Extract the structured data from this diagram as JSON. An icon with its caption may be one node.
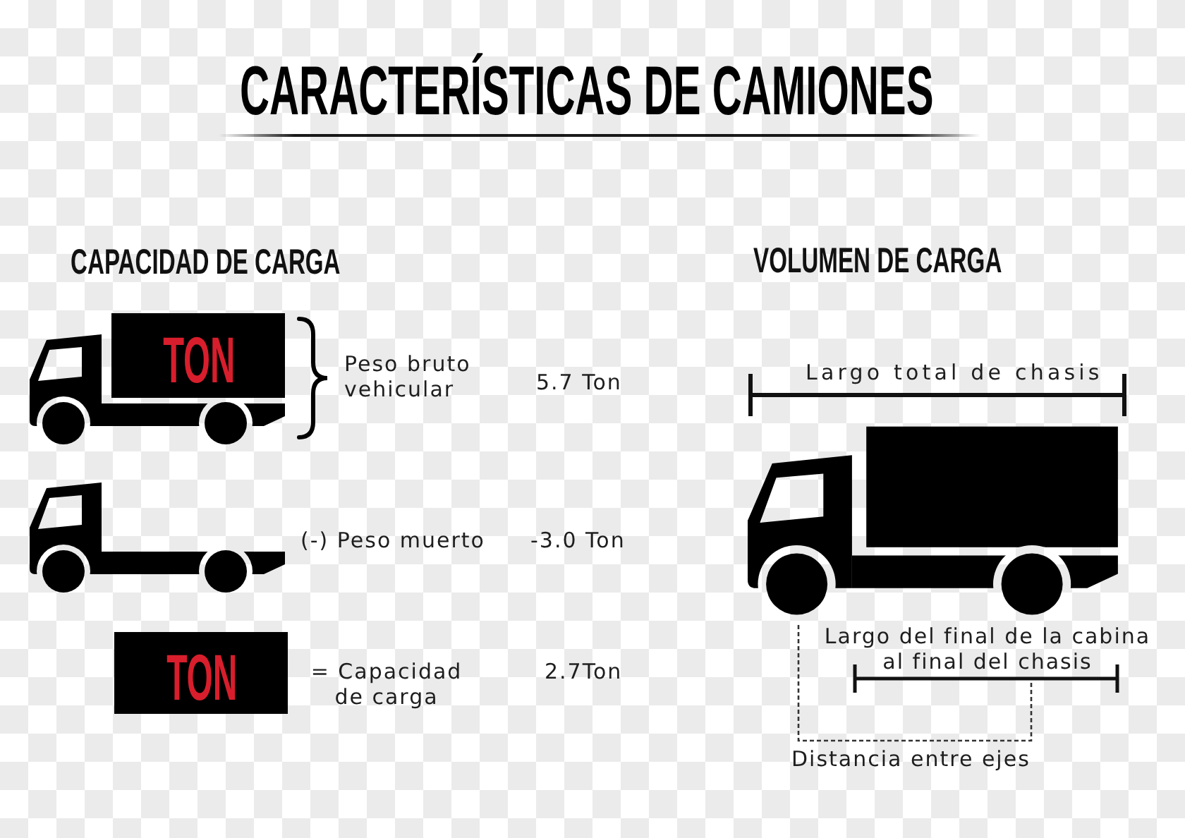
{
  "diagram": {
    "title": "CARACTERÍSTICAS DE CAMIONES",
    "nodes": [
      {
        "text": [
          "TON"
        ]
      },
      {
        "text": [
          "TON"
        ]
      }
    ],
    "labels": [
      "CAPACIDAD DE CARGA",
      "VOLUMEN DE CARGA",
      "Peso bruto vehicular",
      "5.7 Ton",
      "Largo total de chasis",
      "(-) Peso muerto",
      "-3.0 Ton",
      "= Capacidad de carga",
      "2.7Ton",
      "Largo del final de la cabina al final del chasis",
      "Distancia entre ejes"
    ]
  }
}
